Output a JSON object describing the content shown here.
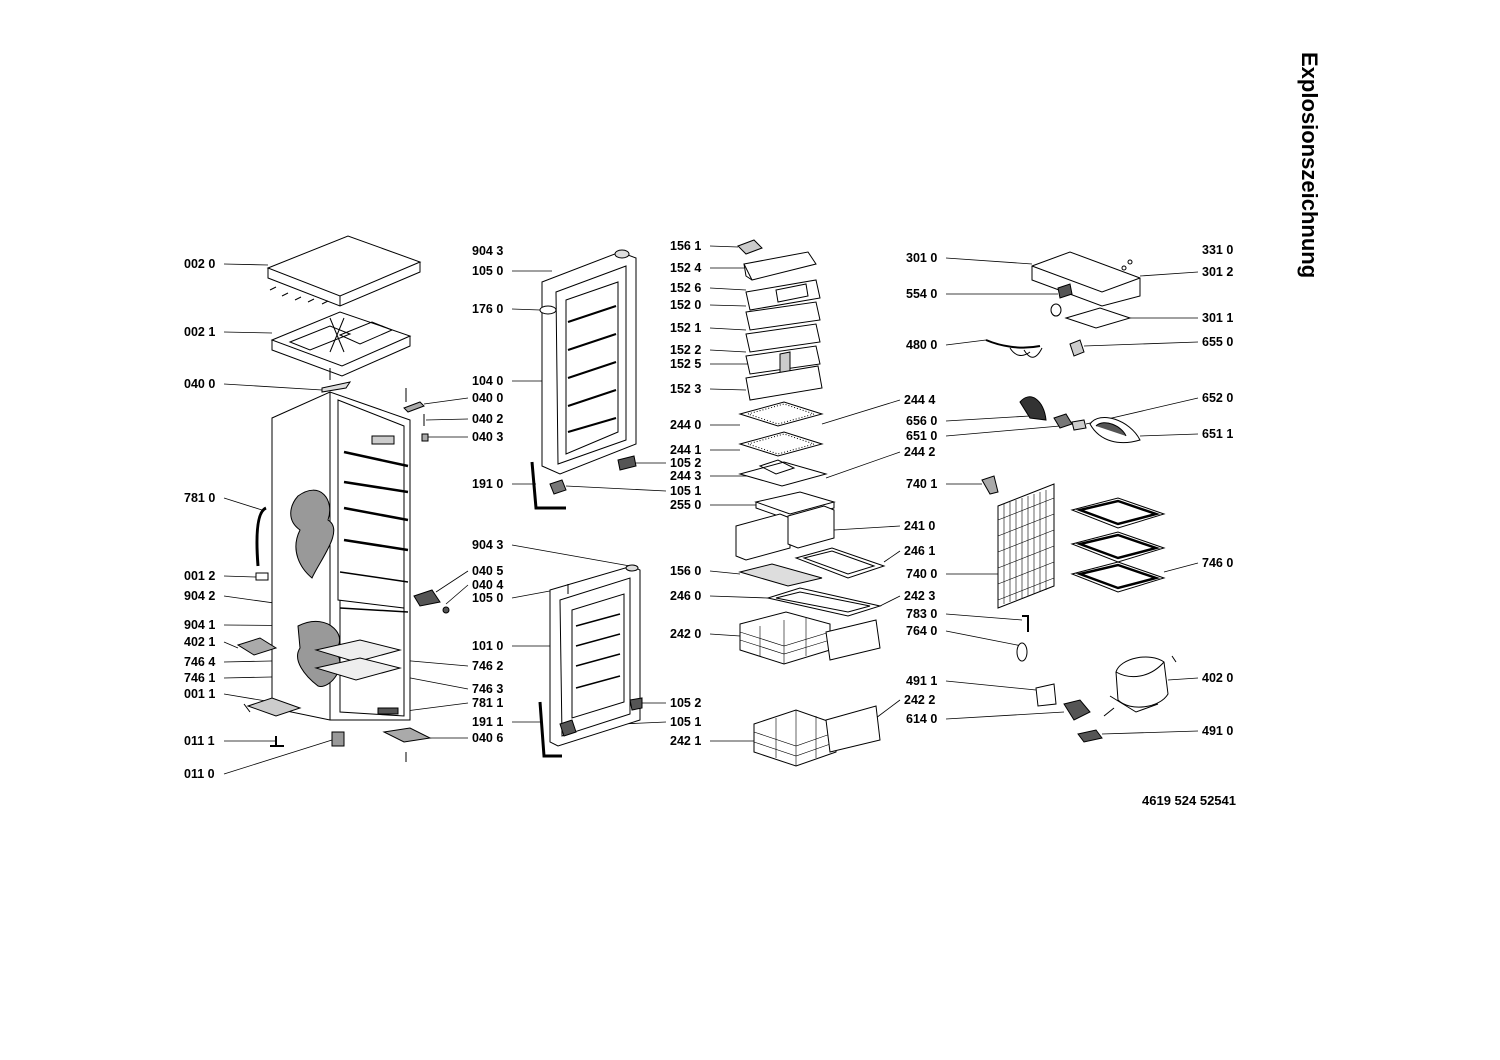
{
  "title": "Explosionszeichnung",
  "document_number": "4619 524 52541",
  "labels_left": [
    "002 0",
    "002 1",
    "040 0",
    "781 0",
    "001 2",
    "904 2",
    "904 1",
    "402 1",
    "746 4",
    "746 1",
    "001 1",
    "011 1",
    "011 0"
  ],
  "labels_mid_left": [
    "904 3",
    "105 0",
    "176 0",
    "104 0",
    "191 0",
    "904 3",
    "105 0",
    "101 0",
    "191 1"
  ],
  "labels_mid_right": [
    "040 0",
    "040 2",
    "040 3",
    "040 5",
    "040 4",
    "746 2",
    "746 3",
    "781 1",
    "040 6",
    "105 2",
    "105 1",
    "105 2",
    "105 1"
  ],
  "labels_center_left": [
    "156 1",
    "152 4",
    "152 6",
    "152 0",
    "152 1",
    "152 2",
    "152 5",
    "152 3",
    "244 0",
    "244 1",
    "244 3",
    "255 0",
    "156 0",
    "246 0",
    "242 0",
    "242 1"
  ],
  "labels_center_right": [
    "244 4",
    "244 2",
    "241 0",
    "246 1",
    "242 3",
    "242 2"
  ],
  "labels_right_left": [
    "301 0",
    "554 0",
    "480 0",
    "656 0",
    "651 0",
    "740 1",
    "740 0",
    "783 0",
    "764 0",
    "491 1",
    "614 0"
  ],
  "labels_right_right": [
    "331 0",
    "301 2",
    "301 1",
    "655 0",
    "652 0",
    "651 1",
    "746 0",
    "402 0",
    "491 0"
  ],
  "colors": {
    "ink": "#000000",
    "paper": "#ffffff"
  }
}
